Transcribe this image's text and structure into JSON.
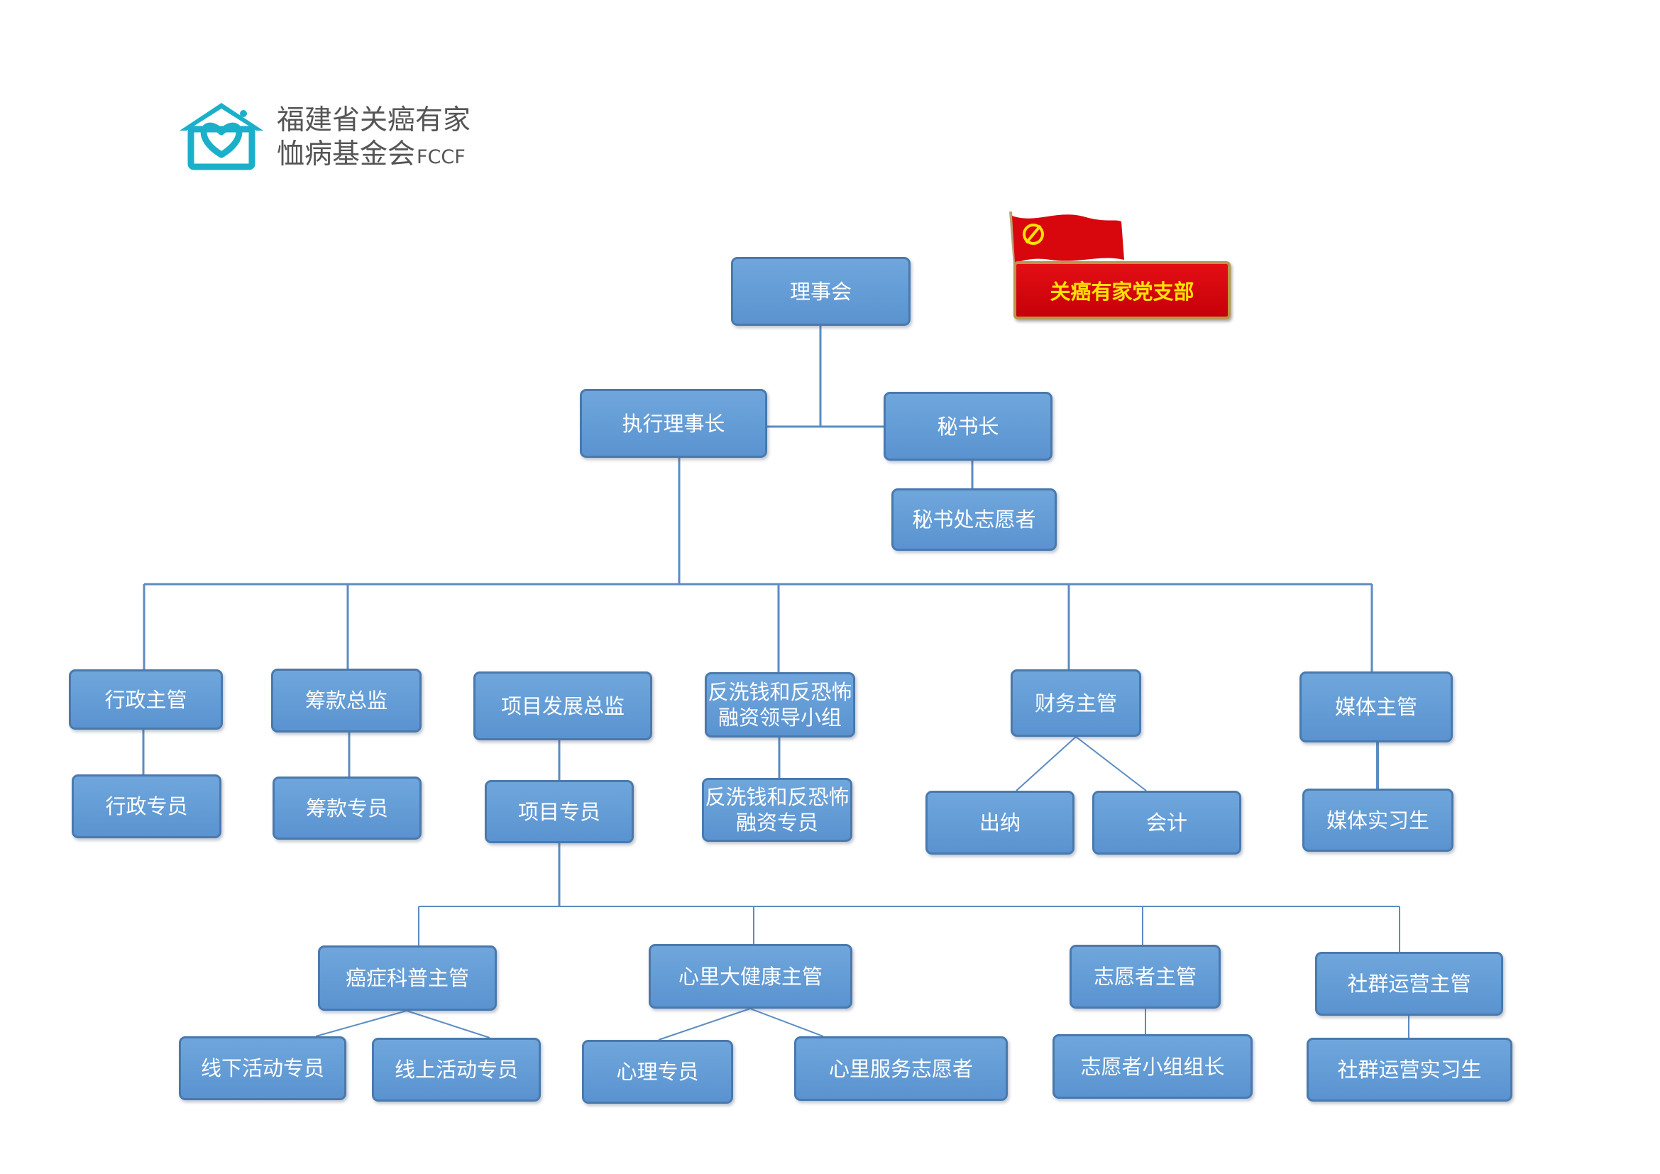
{
  "logo": {
    "name_line1": "福建省关癌有家",
    "name_line2": "恤病基金会",
    "abbr": "FCCF",
    "icon": "house-heart-icon",
    "color": "#1bb0c9"
  },
  "party_badge": {
    "label": "关癌有家党支部",
    "icon": "party-flag-icon",
    "background": "#d70a10",
    "text_color": "#ffe200"
  },
  "colors": {
    "node_fill": "#5b9bd5",
    "node_border": "#4a79ad",
    "connector": "#5b8cc2",
    "node_text": "#ffffff"
  },
  "org": {
    "board": "理事会",
    "executive_chair": "执行理事长",
    "secretary_general": "秘书长",
    "secretariat_volunteer": "秘书处志愿者",
    "admin_manager": "行政主管",
    "admin_specialist": "行政专员",
    "fundraising_director": "筹款总监",
    "fundraising_specialist": "筹款专员",
    "project_director": "项目发展总监",
    "project_specialist": "项目专员",
    "aml_group": "反洗钱和反恐怖\n融资领导小组",
    "aml_specialist": "反洗钱和反恐怖\n融资专员",
    "finance_manager": "财务主管",
    "cashier": "出纳",
    "accountant": "会计",
    "media_manager": "媒体主管",
    "media_intern": "媒体实习生",
    "cancer_education_manager": "癌症科普主管",
    "offline_specialist": "线下活动专员",
    "online_specialist": "线上活动专员",
    "mental_health_manager": "心里大健康主管",
    "psychology_specialist": "心理专员",
    "mental_service_volunteer": "心里服务志愿者",
    "volunteer_manager": "志愿者主管",
    "volunteer_group_leader": "志愿者小组组长",
    "community_manager": "社群运营主管",
    "community_intern": "社群运营实习生"
  }
}
